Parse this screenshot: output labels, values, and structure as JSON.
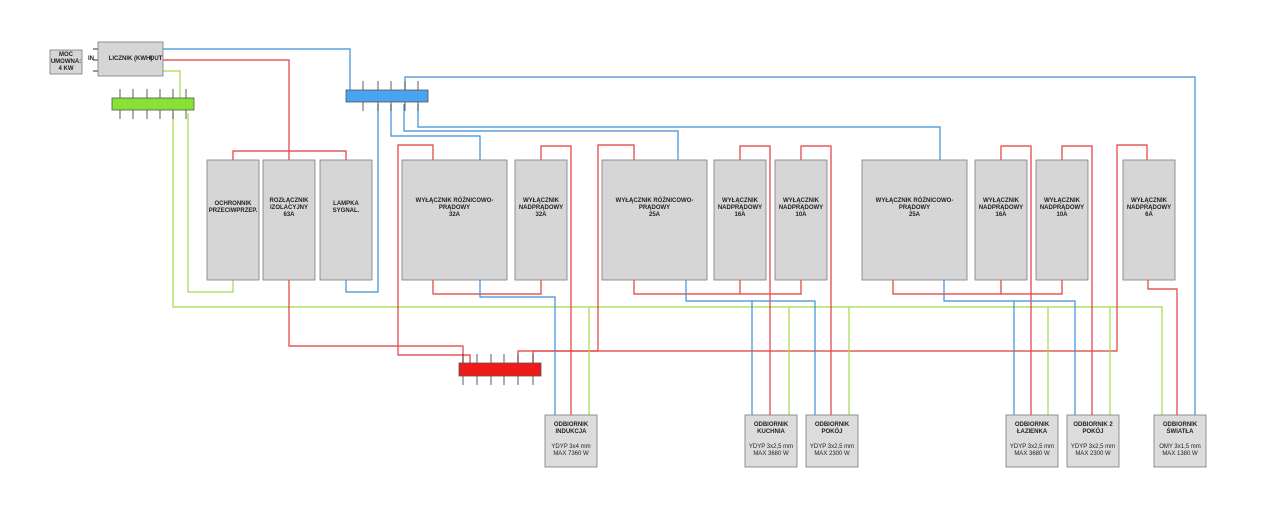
{
  "colors": {
    "phase": "#e03b3b",
    "neutral": "#3b8fd8",
    "earth": "#a6d94a",
    "box_fill": "#d6d6d6",
    "box_stroke": "#8a8a8a",
    "n_bar": "#4aa3ee",
    "pe_bar": "#88e235",
    "l_bar": "#f01a1a"
  },
  "contract": {
    "lines": [
      "MOC",
      "UMOWNA:",
      "4 KW"
    ]
  },
  "meter": {
    "label": "LICZNIK (KWH)",
    "in": "IN",
    "out": "OUT"
  },
  "devices": [
    {
      "id": "surge",
      "lines": [
        "OCHRONNIK",
        "PRZECIWPRZEP."
      ]
    },
    {
      "id": "isolator",
      "lines": [
        "ROZŁĄCZNIK",
        "IZOLACYJNY",
        "63A"
      ]
    },
    {
      "id": "lamp",
      "lines": [
        "LAMPKA",
        "SYGNAL."
      ]
    },
    {
      "id": "rcd1",
      "lines": [
        "WYŁĄCZNIK RÓŻNICOWO-PRĄDOWY",
        "32A"
      ]
    },
    {
      "id": "mcb1",
      "lines": [
        "WYŁĄCZNIK",
        "NADPRĄDOWY",
        "32A"
      ]
    },
    {
      "id": "rcd2",
      "lines": [
        "WYŁĄCZNIK RÓŻNICOWO-PRĄDOWY",
        "25A"
      ]
    },
    {
      "id": "mcb2",
      "lines": [
        "WYŁĄCZNIK",
        "NADPRĄDOWY",
        "16A"
      ]
    },
    {
      "id": "mcb3",
      "lines": [
        "WYŁĄCZNIK",
        "NADPRĄDOWY",
        "10A"
      ]
    },
    {
      "id": "rcd3",
      "lines": [
        "WYŁĄCZNIK RÓŻNICOWO-PRĄDOWY",
        "25A"
      ]
    },
    {
      "id": "mcb4",
      "lines": [
        "WYŁĄCZNIK",
        "NADPRĄDOWY",
        "16A"
      ]
    },
    {
      "id": "mcb5",
      "lines": [
        "WYŁĄCZNIK",
        "NADPRĄDOWY",
        "10A"
      ]
    },
    {
      "id": "mcb6",
      "lines": [
        "WYŁĄCZNIK",
        "NADPRĄDOWY",
        "6A"
      ]
    }
  ],
  "receivers": [
    {
      "id": "r1",
      "title": [
        "ODBIORNIK",
        "INDUKCJA"
      ],
      "spec": [
        "YDYP 3x4 mm",
        "MAX 7360 W"
      ]
    },
    {
      "id": "r2",
      "title": [
        "ODBIORNIK",
        "KUCHNIA"
      ],
      "spec": [
        "YDYP 3x2,5 mm",
        "MAX 3680 W"
      ]
    },
    {
      "id": "r3",
      "title": [
        "ODBIORNIK",
        "POKÓJ"
      ],
      "spec": [
        "YDYP 3x2,5 mm",
        "MAX 2300 W"
      ]
    },
    {
      "id": "r4",
      "title": [
        "ODBIORNIK",
        "ŁAZIENKA"
      ],
      "spec": [
        "YDYP 3x2,5 mm",
        "MAX 3680 W"
      ]
    },
    {
      "id": "r5",
      "title": [
        "ODBIORNIK 2",
        "POKÓJ"
      ],
      "spec": [
        "YDYP 3x2,5 mm",
        "MAX 2300 W"
      ]
    },
    {
      "id": "r6",
      "title": [
        "ODBIORNIK",
        "ŚWIATŁA"
      ],
      "spec": [
        "OMY 3x1,5 mm",
        "MAX 1380 W"
      ]
    }
  ]
}
